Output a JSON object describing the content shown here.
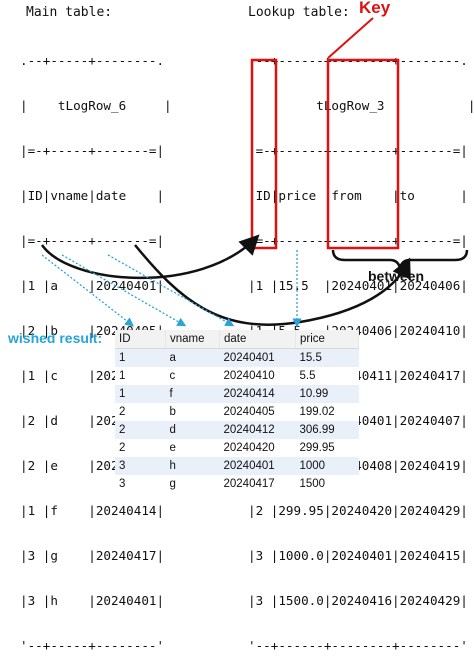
{
  "main": {
    "title": "Main table:",
    "lines": [
      ".--+-----+--------.",
      "|    tLogRow_6     |",
      "|=-+-----+-------=|",
      "|ID|vname|date    |",
      "|=-+-----+-------=|",
      "|1 |a    |20240401|",
      "|2 |b    |20240405|",
      "|1 |c    |20240410|",
      "|2 |d    |20240412|",
      "|2 |e    |20240420|",
      "|1 |f    |20240414|",
      "|3 |g    |20240417|",
      "|3 |h    |20240401|",
      "'--+-----+--------'"
    ]
  },
  "lookup": {
    "title": "Lookup table:",
    "lines": [
      ".--+------+--------+--------.",
      "|        tLogRow_3           |",
      "|=-+------+--------+-------=|",
      "|ID|price |from    |to      |",
      "|=-+------+--------+-------=|",
      "|1 |15.5  |20240401|20240406|",
      "|1 |5.5   |20240406|20240410|",
      "|1 |10.99 |20240411|20240417|",
      "|2 |199.02|20240401|20240407|",
      "|2 |306.99|20240408|20240419|",
      "|2 |299.95|20240420|20240429|",
      "|3 |1000.0|20240401|20240415|",
      "|3 |1500.0|20240416|20240429|",
      "'--+------+--------+--------'"
    ]
  },
  "annotations": {
    "key": "Key",
    "between": "between",
    "wished": "wished result:"
  },
  "result": {
    "headers": [
      "ID",
      "vname",
      "date",
      "price"
    ],
    "rows": [
      [
        "1",
        "a",
        "20240401",
        "15.5"
      ],
      [
        "1",
        "c",
        "20240410",
        "5.5"
      ],
      [
        "1",
        "f",
        "20240414",
        "10.99"
      ],
      [
        "2",
        "b",
        "20240405",
        "199.02"
      ],
      [
        "2",
        "d",
        "20240412",
        "306.99"
      ],
      [
        "2",
        "e",
        "20240420",
        "299.95"
      ],
      [
        "3",
        "h",
        "20240401",
        "1000"
      ],
      [
        "3",
        "g",
        "20240417",
        "1500"
      ]
    ]
  },
  "colors": {
    "key": "#e01010",
    "arrow_blue": "#2aa3d6",
    "arrow_black": "#111111",
    "row_alt": "#eaf0fa"
  }
}
